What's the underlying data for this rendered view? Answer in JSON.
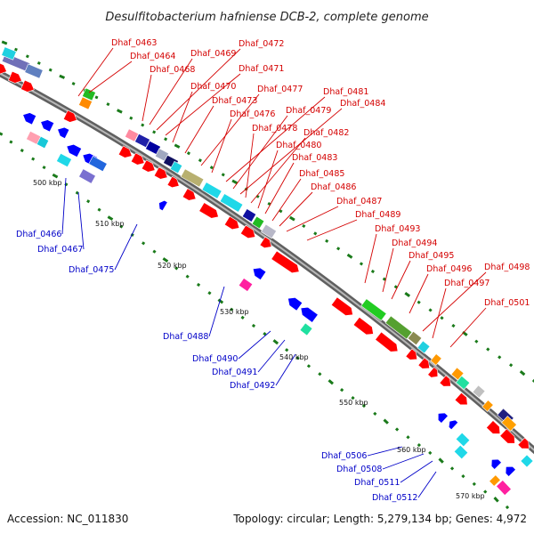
{
  "title": "Desulfitobacterium hafniense DCB-2, complete genome",
  "accession": "Accession: NC_011830",
  "summary": "Topology: circular; Length: 5,279,134 bp; Genes: 4,972",
  "colors": {
    "forward": "#ff0000",
    "reverse": "#0000ff",
    "backbone": "#777777",
    "label_forward": "#d40000",
    "label_reverse": "#0000c8",
    "tick": "#1a7a1a"
  },
  "ruler": [
    "500 kbp",
    "510 kbp",
    "520 kbp",
    "530 kbp",
    "540 kbp",
    "550 kbp",
    "560 kbp",
    "570 kbp"
  ],
  "forward_labels": [
    "Dhaf_0463",
    "Dhaf_0464",
    "Dhaf_0468",
    "Dhaf_0469",
    "Dhaf_0472",
    "Dhaf_0471",
    "Dhaf_0470",
    "Dhaf_0473",
    "Dhaf_0477",
    "Dhaf_0476",
    "Dhaf_0481",
    "Dhaf_0479",
    "Dhaf_0484",
    "Dhaf_0478",
    "Dhaf_0482",
    "Dhaf_0480",
    "Dhaf_0483",
    "Dhaf_0485",
    "Dhaf_0486",
    "Dhaf_0487",
    "Dhaf_0489",
    "Dhaf_0493",
    "Dhaf_0494",
    "Dhaf_0495",
    "Dhaf_0496",
    "Dhaf_0498",
    "Dhaf_0497",
    "Dhaf_0501"
  ],
  "reverse_labels": [
    "Dhaf_0466",
    "Dhaf_0467",
    "Dhaf_0475",
    "Dhaf_0488",
    "Dhaf_0490",
    "Dhaf_0491",
    "Dhaf_0492",
    "Dhaf_0506",
    "Dhaf_0508",
    "Dhaf_0511",
    "Dhaf_0512"
  ]
}
